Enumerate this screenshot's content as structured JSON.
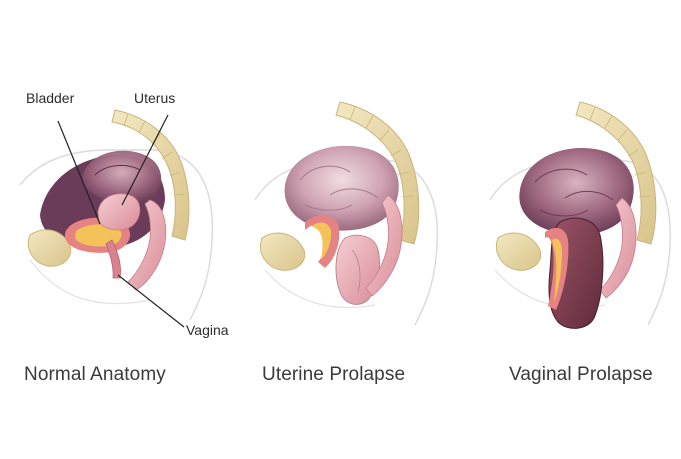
{
  "panels": [
    {
      "caption": "Normal Anatomy"
    },
    {
      "caption": "Uterine Prolapse"
    },
    {
      "caption": "Vaginal Prolapse"
    }
  ],
  "labels": {
    "bladder": "Bladder",
    "uterus": "Uterus",
    "vagina": "Vagina"
  },
  "colors": {
    "background": "#ffffff",
    "bone": "#e8d9a6",
    "bone_outline": "#c9b57c",
    "intestine": "#b58296",
    "intestine_light": "#e6c9d0",
    "cavity": "#6b3b5a",
    "organ_pink": "#e9a8b0",
    "bladder_fill": "#f3c35a",
    "bladder_rim": "#e07878",
    "prolapse_maroon": "#7a3a4a",
    "skin_line": "#d8d8d8"
  },
  "icons": [
    "sacrum-bone-icon",
    "pubic-bone-icon",
    "intestine-icon",
    "uterus-icon",
    "bladder-icon",
    "rectum-icon"
  ]
}
